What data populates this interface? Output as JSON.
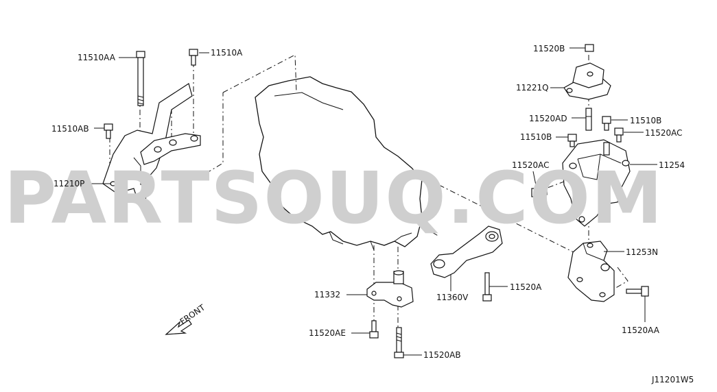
{
  "diagram": {
    "watermark": "PARTSOUQ.COM",
    "figure_code": "J11201W5",
    "front_label": "FRONT",
    "labels": [
      {
        "id": "l-11510AA",
        "text": "11510AA"
      },
      {
        "id": "l-11510A",
        "text": "11510A"
      },
      {
        "id": "l-11510AB",
        "text": "11510AB"
      },
      {
        "id": "l-11210P",
        "text": "11210P"
      },
      {
        "id": "l-11520B",
        "text": "11520B"
      },
      {
        "id": "l-11221Q",
        "text": "11221Q"
      },
      {
        "id": "l-11520AD",
        "text": "11520AD"
      },
      {
        "id": "l-11510B-1",
        "text": "11510B"
      },
      {
        "id": "l-11510B-2",
        "text": "11510B"
      },
      {
        "id": "l-11520AC-1",
        "text": "11520AC"
      },
      {
        "id": "l-11520AC-2",
        "text": "11520AC"
      },
      {
        "id": "l-11254",
        "text": "11254"
      },
      {
        "id": "l-11253N",
        "text": "11253N"
      },
      {
        "id": "l-11332",
        "text": "11332"
      },
      {
        "id": "l-11360V",
        "text": "11360V"
      },
      {
        "id": "l-11520A",
        "text": "11520A"
      },
      {
        "id": "l-11520AE",
        "text": "11520AE"
      },
      {
        "id": "l-11520AB",
        "text": "11520AB"
      },
      {
        "id": "l-11520AA",
        "text": "11520AA"
      }
    ]
  }
}
